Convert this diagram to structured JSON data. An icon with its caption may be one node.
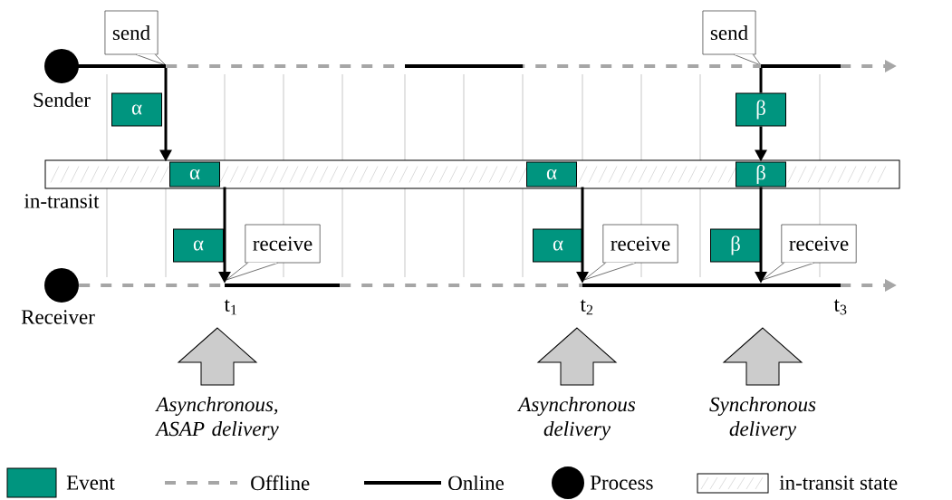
{
  "diagram": {
    "nodes": [
      {
        "text": [
          "Sender"
        ]
      },
      {
        "text": [
          "Receiver"
        ]
      },
      {
        "text": [
          "in-transit"
        ]
      },
      {
        "text": [
          "α"
        ]
      },
      {
        "text": [
          "send"
        ]
      },
      {
        "text": [
          "α"
        ],
        "in": 2
      },
      {
        "text": [
          "α"
        ]
      },
      {
        "text": [
          "receive"
        ]
      },
      {
        "text": [
          "α"
        ],
        "in": 2
      },
      {
        "text": [
          "α"
        ]
      },
      {
        "text": [
          "receive"
        ]
      },
      {
        "text": [
          "send"
        ]
      },
      {
        "text": [
          "β"
        ]
      },
      {
        "text": [
          "β"
        ],
        "in": 2
      },
      {
        "text": [
          "β"
        ]
      },
      {
        "text": [
          "receive"
        ]
      }
    ],
    "edges": [
      {
        "from": 0,
        "to": null,
        "arrow": "to",
        "style": "dashed",
        "color": "#a6a6a6"
      },
      {
        "from": 1,
        "to": null,
        "arrow": "to",
        "style": "dashed",
        "color": "#a6a6a6"
      },
      {
        "from": 4,
        "to": 5,
        "arrow": "to"
      },
      {
        "from": 5,
        "to": 7,
        "arrow": "to"
      },
      {
        "from": 8,
        "to": 10,
        "arrow": "to"
      },
      {
        "from": 11,
        "to": 12,
        "arrow": "none"
      },
      {
        "from": 12,
        "to": 13,
        "arrow": "to"
      },
      {
        "from": 13,
        "to": 15,
        "arrow": "to"
      }
    ],
    "labels": [
      "t$_{1}$",
      "t$_{2}$",
      "t$_{3}$",
      "Asynchronous, ASAP delivery",
      "Asynchronous delivery",
      "Synchronous delivery"
    ],
    "legend": [
      {
        "text": "Event",
        "color": "#00957f"
      },
      {
        "text": "Offline"
      },
      {
        "text": "Online"
      },
      {
        "text": "Process"
      },
      {
        "text": "in-transit state"
      }
    ]
  }
}
